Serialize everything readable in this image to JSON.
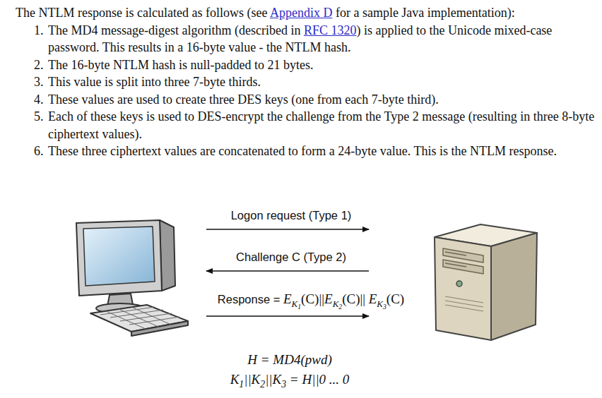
{
  "diagram": {
    "labels": [
      "The NTLM response is calculated as follows (see",
      "Appendix D",
      "for a sample Java implementation):",
      "1.",
      "The MD4 message-digest algorithm (described in",
      "RFC 1320",
      ") is applied to the Unicode mixed-case password. This results in a 16-byte value - the NTLM hash.",
      "2.",
      "The 16-byte NTLM hash is null-padded to 21 bytes.",
      "3.",
      "This value is split into three 7-byte thirds.",
      "4.",
      "These values are used to create three DES keys (one from each 7-byte third).",
      "5.",
      "Each of these keys is used to DES-encrypt the challenge from the Type 2 message (resulting in three 8-byte ciphertext values).",
      "6.",
      "These three ciphertext values are concatenated to form a 24-byte value. This is the NTLM response.",
      "Logon request (Type 1)",
      "Challenge C (Type 2)",
      "Response =",
      "E",
      "K",
      "1",
      "(C)||",
      "E",
      "K",
      "2",
      "(C)||",
      "E",
      "K",
      "3",
      "(C)",
      "H = MD4(pwd)",
      "K",
      "1",
      "||K",
      "2",
      "||K",
      "3",
      "= H||0 ... 0"
    ]
  }
}
